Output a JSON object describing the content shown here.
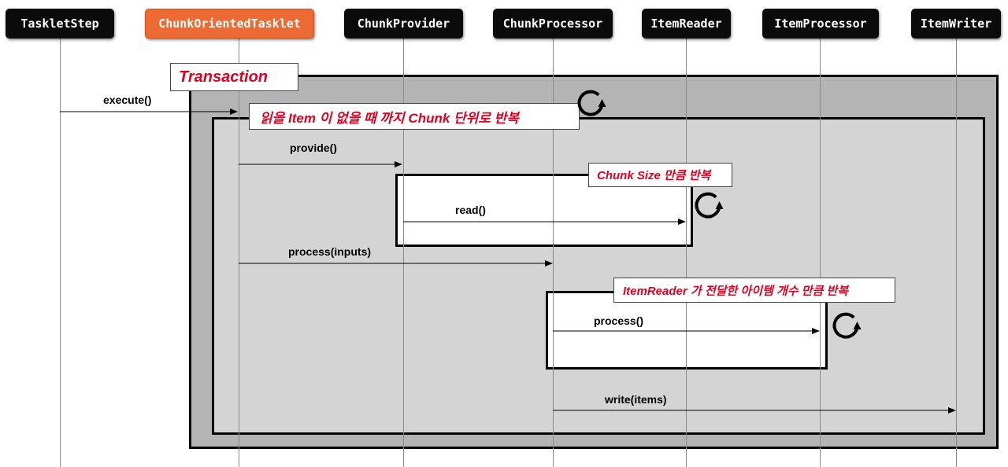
{
  "actors": [
    {
      "id": "taskletstep",
      "label": "TaskletStep"
    },
    {
      "id": "chunkorientedtasklet",
      "label": "ChunkOrientedTasklet",
      "highlight": true
    },
    {
      "id": "chunkprovider",
      "label": "ChunkProvider"
    },
    {
      "id": "chunkprocessor",
      "label": "ChunkProcessor"
    },
    {
      "id": "itemreader",
      "label": "ItemReader"
    },
    {
      "id": "itemprocessor",
      "label": "ItemProcessor"
    },
    {
      "id": "itemwriter",
      "label": "ItemWriter"
    }
  ],
  "frames": {
    "transaction": "Transaction",
    "chunk_loop": "읽을 Item 이 없을 때 까지 Chunk 단위로 반복",
    "chunk_size_loop": "Chunk Size 만큼 반복",
    "process_loop": "ItemReader 가 전달한 아이템 개수 만큼 반복"
  },
  "messages": {
    "execute": "execute()",
    "provide": "provide()",
    "read": "read()",
    "process_inputs": "process(inputs)",
    "process": "process()",
    "write": "write(items)"
  },
  "icons": [
    "loop-icon",
    "loop-icon",
    "loop-icon"
  ],
  "colors": {
    "actor_bg": "#0b0b0b",
    "actor_highlight": "#ec6b34",
    "label_red": "#e00020",
    "transaction_fill": "#b4b4b4",
    "chunk_fill": "#d4d4d4"
  }
}
